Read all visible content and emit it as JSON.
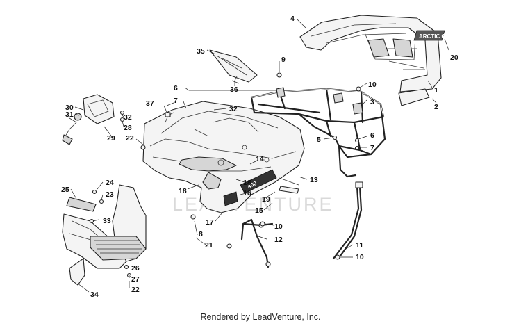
{
  "diagram": {
    "watermark": "LEADVENTURE",
    "decal_model": "400",
    "decal_brand": "ARCTIC CAT",
    "callouts": {
      "c1": "1",
      "c2": "2",
      "c3": "3",
      "c4": "4",
      "c5": "5",
      "c6a": "6",
      "c6b": "6",
      "c7a": "7",
      "c7b": "7",
      "c8": "8",
      "c9": "9",
      "c10a": "10",
      "c10b": "10",
      "c10c": "10",
      "c11": "11",
      "c12": "12",
      "c13": "13",
      "c14": "14",
      "c15": "15",
      "c16": "16",
      "c17": "17",
      "c18a": "18",
      "c18b": "18",
      "c19": "19",
      "c20": "20",
      "c21": "21",
      "c22a": "22",
      "c22b": "22",
      "c23": "23",
      "c24": "24",
      "c25": "25",
      "c26": "26",
      "c27": "27",
      "c28": "28",
      "c29": "29",
      "c30": "30",
      "c31": "31",
      "c32a": "32",
      "c32b": "32",
      "c33": "33",
      "c34": "34",
      "c35": "35",
      "c36": "36",
      "c37": "37"
    }
  },
  "footer": {
    "text": "Rendered by LeadVenture, Inc."
  }
}
